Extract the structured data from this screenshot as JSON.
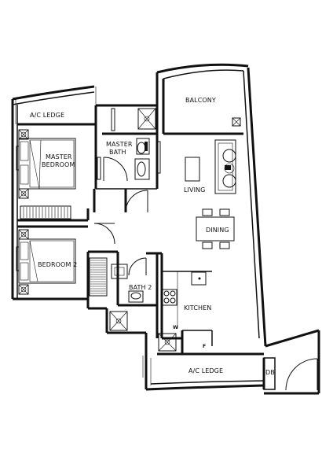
{
  "rooms": {
    "ac_ledge_top": "A/C LEDGE",
    "balcony": "BALCONY",
    "master_bedroom_line1": "MASTER",
    "master_bedroom_line2": "BEDROOM",
    "master_bath_line1": "MASTER",
    "master_bath_line2": "BATH",
    "living": "LIVING",
    "dining": "DINING",
    "bedroom_2": "BEDROOM 2",
    "bath_2": "BATH 2",
    "kitchen": "KITCHEN",
    "ac_ledge_bottom": "A/C LEDGE",
    "db": "DB",
    "washer_mark": "W",
    "fridge_mark": "F"
  },
  "colors": {
    "wall": "#111111",
    "background": "#ffffff"
  }
}
